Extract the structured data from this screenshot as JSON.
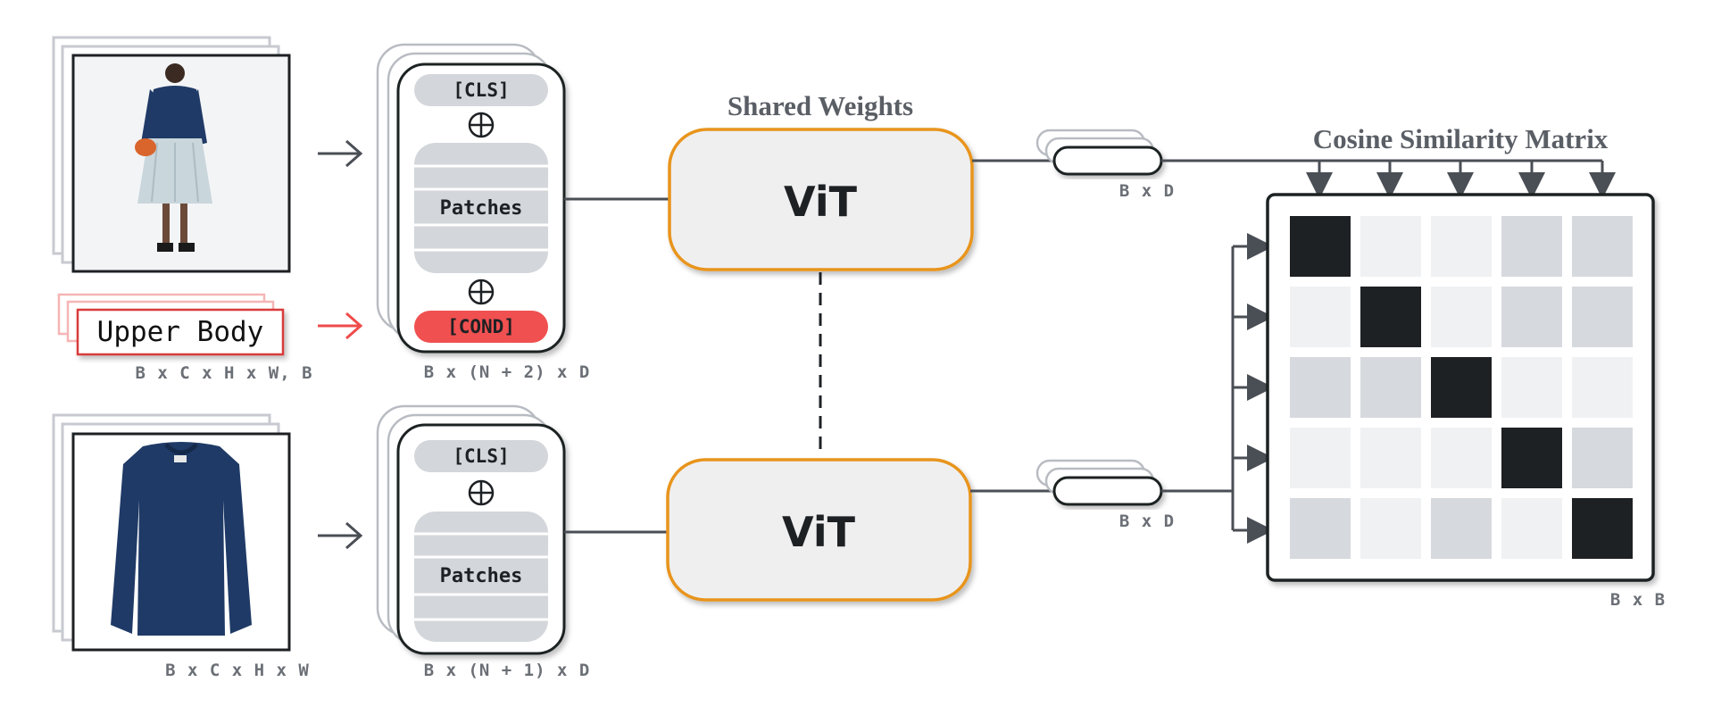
{
  "top_branch": {
    "input_dims": "B x C x H x W, B",
    "condition_text": "Upper Body",
    "token_cls": "[CLS]",
    "token_patches": "Patches",
    "token_cond": "[COND]",
    "token_dims": "B x (N + 2) x D",
    "encoder_label": "ViT",
    "embedding_dims": "B x D"
  },
  "bottom_branch": {
    "input_dims": "B x C x H x W",
    "token_cls": "[CLS]",
    "token_patches": "Patches",
    "token_dims": "B x (N + 1) x D",
    "encoder_label": "ViT",
    "embedding_dims": "B x D"
  },
  "shared_weights_label": "Shared Weights",
  "similarity_matrix": {
    "title": "Cosine Similarity Matrix",
    "dims": "B x B",
    "cells": [
      [
        3,
        0,
        0,
        1,
        1
      ],
      [
        0,
        3,
        0,
        1,
        1
      ],
      [
        1,
        1,
        3,
        0,
        0
      ],
      [
        0,
        0,
        0,
        3,
        1
      ],
      [
        1,
        0,
        1,
        0,
        3
      ]
    ]
  },
  "colors": {
    "vit_border": "#e8941a",
    "cond_fill": "#f05050",
    "cond_arrow": "#ef4b4b",
    "token_gray": "#d3d6da",
    "dark": "#1e2124",
    "line": "#4a4e55"
  }
}
